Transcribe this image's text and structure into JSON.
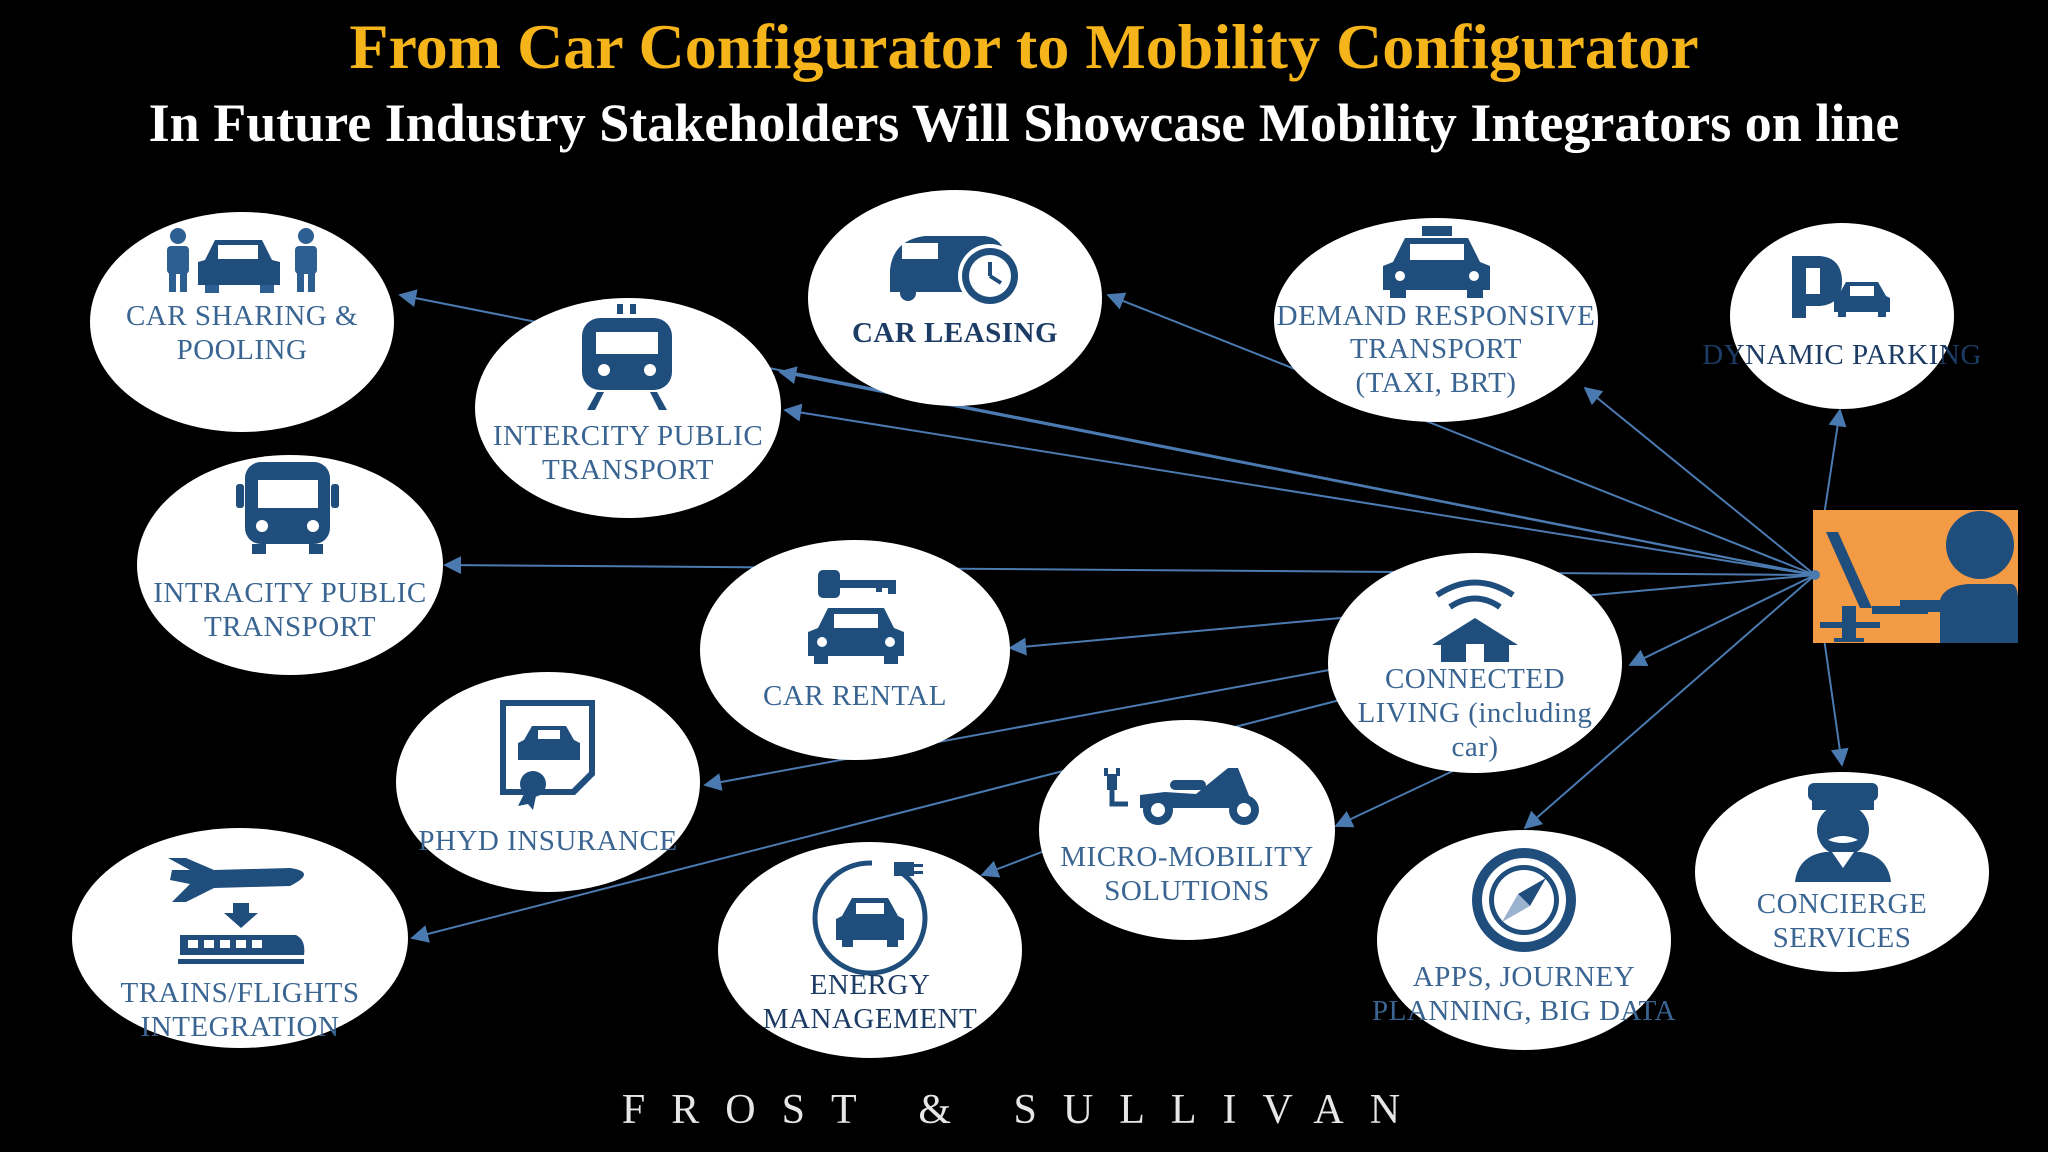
{
  "title": "From Car Configurator to Mobility Configurator",
  "subtitle": "In Future Industry Stakeholders Will Showcase Mobility Integrators on line",
  "nodes": {
    "car_sharing": [
      "CAR SHARING &",
      "POOLING"
    ],
    "intercity": [
      "INTERCITY PUBLIC",
      "TRANSPORT"
    ],
    "car_leasing": [
      "CAR LEASING"
    ],
    "drt": [
      "DEMAND RESPONSIVE",
      "TRANSPORT",
      "(TAXI, BRT)"
    ],
    "parking": [
      "DYNAMIC PARKING"
    ],
    "intracity": [
      "INTRACITY PUBLIC",
      "TRANSPORT"
    ],
    "car_rental": [
      "CAR RENTAL"
    ],
    "connected": [
      "CONNECTED",
      "LIVING (including",
      "car)"
    ],
    "phyd": [
      "PHYD INSURANCE"
    ],
    "micro": [
      "MICRO-MOBILITY",
      "SOLUTIONS"
    ],
    "trains": [
      "TRAINS/FLIGHTS",
      "INTEGRATION"
    ],
    "energy": [
      "ENERGY",
      "MANAGEMENT"
    ],
    "apps": [
      "APPS, JOURNEY",
      "PLANNING, BIG DATA"
    ],
    "concierge": [
      "CONCIERGE",
      "SERVICES"
    ]
  },
  "logo": "FROST & SULLIVAN",
  "colors": {
    "title": "#f5b41a",
    "accent": "#3a6592",
    "icon": "#1f4e7d",
    "user_bg": "#f39a44"
  }
}
